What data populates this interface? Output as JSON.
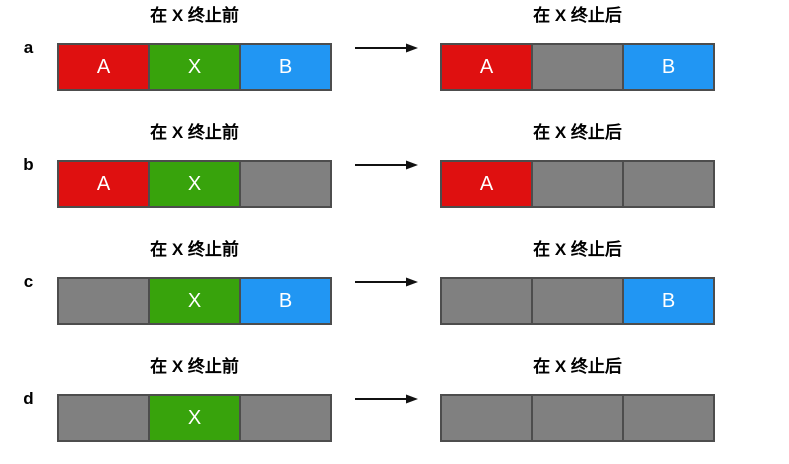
{
  "titles": {
    "before": "在 X 终止前",
    "after": "在 X 终止后"
  },
  "colors": {
    "red": "#df1010",
    "green": "#38a30c",
    "blue": "#2196f3",
    "gray": "#808080",
    "segment_border": "#4d4d4d",
    "arrow": "#111111",
    "text_on_segment": "#ffffff",
    "text_heading": "#000000"
  },
  "rows": [
    {
      "label": "a",
      "before": [
        {
          "label": "A",
          "color": "red"
        },
        {
          "label": "X",
          "color": "green"
        },
        {
          "label": "B",
          "color": "blue"
        }
      ],
      "after": [
        {
          "label": "A",
          "color": "red"
        },
        {
          "label": "",
          "color": "gray"
        },
        {
          "label": "B",
          "color": "blue"
        }
      ]
    },
    {
      "label": "b",
      "before": [
        {
          "label": "A",
          "color": "red"
        },
        {
          "label": "X",
          "color": "green"
        },
        {
          "label": "",
          "color": "gray"
        }
      ],
      "after": [
        {
          "label": "A",
          "color": "red"
        },
        {
          "label": "",
          "color": "gray"
        },
        {
          "label": "",
          "color": "gray"
        }
      ]
    },
    {
      "label": "c",
      "before": [
        {
          "label": "",
          "color": "gray"
        },
        {
          "label": "X",
          "color": "green"
        },
        {
          "label": "B",
          "color": "blue"
        }
      ],
      "after": [
        {
          "label": "",
          "color": "gray"
        },
        {
          "label": "",
          "color": "gray"
        },
        {
          "label": "B",
          "color": "blue"
        }
      ]
    },
    {
      "label": "d",
      "before": [
        {
          "label": "",
          "color": "gray"
        },
        {
          "label": "X",
          "color": "green"
        },
        {
          "label": "",
          "color": "gray"
        }
      ],
      "after": [
        {
          "label": "",
          "color": "gray"
        },
        {
          "label": "",
          "color": "gray"
        },
        {
          "label": "",
          "color": "gray"
        }
      ]
    }
  ]
}
